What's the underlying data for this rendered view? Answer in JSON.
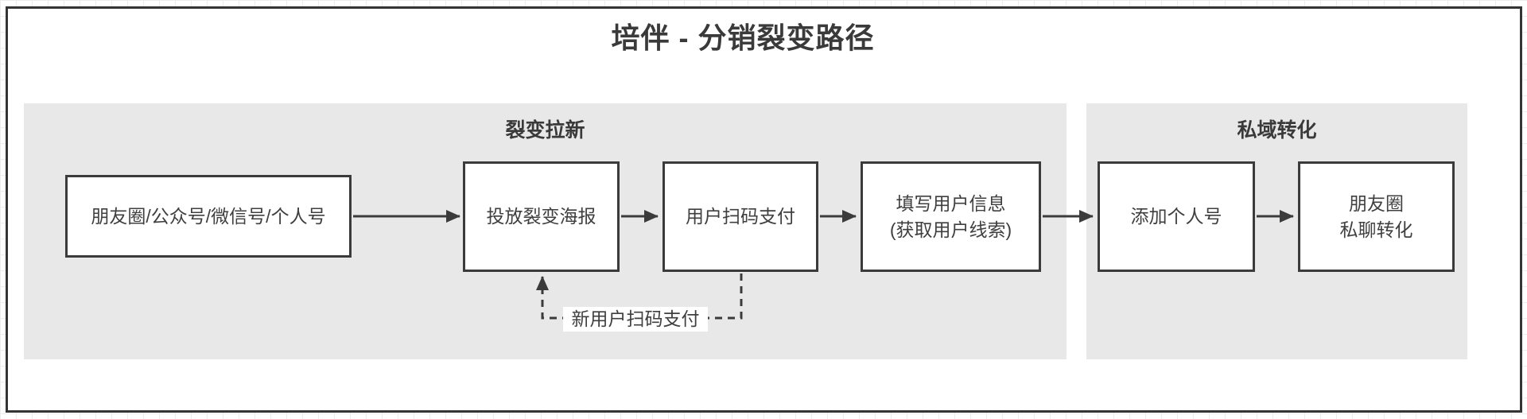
{
  "title": "培伴 - 分销裂变路径",
  "sections": {
    "fission": {
      "label": "裂变拉新"
    },
    "private": {
      "label": "私域转化"
    }
  },
  "nodes": {
    "channels": {
      "label": "朋友圈/公众号/微信号/个人号"
    },
    "poster": {
      "label": "投放裂变海报"
    },
    "scan_pay": {
      "label": "用户扫码支付"
    },
    "user_info": {
      "line1": "填写用户信息",
      "line2": "(获取用户线索)"
    },
    "add_personal": {
      "label": "添加个人号"
    },
    "moments": {
      "line1": "朋友圈",
      "line2": "私聊转化"
    }
  },
  "edges": {
    "feedback_label": "新用户扫码支付"
  },
  "colors": {
    "panel_bg": "#e8e8e8",
    "node_border": "#3b3b3b",
    "arrow": "#3b3b3b",
    "text": "#3f3f3f",
    "canvas_border": "#343434"
  }
}
